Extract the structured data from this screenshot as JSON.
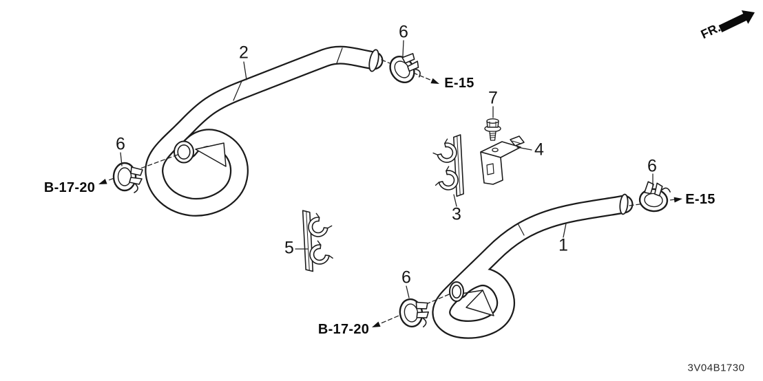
{
  "diagram": {
    "direction_label": "FR.",
    "drawing_code": "3V04B1730",
    "part_numbers": {
      "p1": "1",
      "p2": "2",
      "p3": "3",
      "p4": "4",
      "p5": "5",
      "p6": "6",
      "p7": "7"
    },
    "cross_references": {
      "e15": "E-15",
      "b17_20": "B-17-20"
    }
  }
}
